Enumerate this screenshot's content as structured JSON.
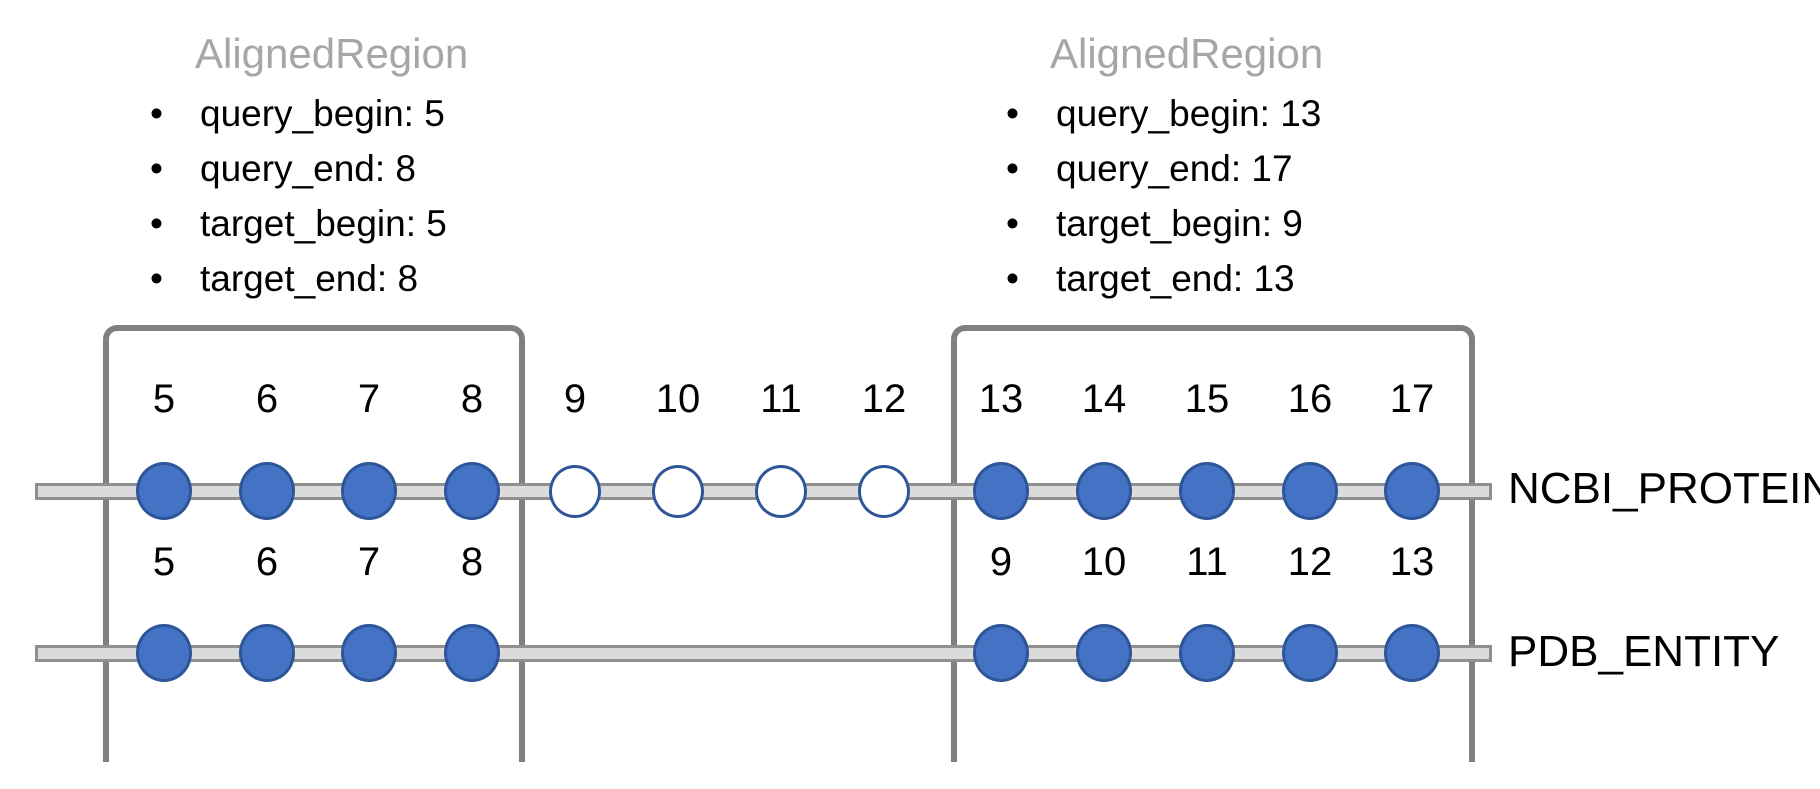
{
  "annotations": [
    {
      "title": "AlignedRegion",
      "bullet": "•",
      "items": [
        "query_begin: 5",
        "query_end: 8",
        "target_begin: 5",
        "target_end: 8"
      ]
    },
    {
      "title": "AlignedRegion",
      "bullet": "•",
      "items": [
        "query_begin: 13",
        "query_end: 17",
        "target_begin: 9",
        "target_end: 13"
      ]
    }
  ],
  "tracks": [
    {
      "label": "NCBI_PROTEIN",
      "residues": [
        {
          "number": "5",
          "column": 0,
          "filled": true
        },
        {
          "number": "6",
          "column": 1,
          "filled": true
        },
        {
          "number": "7",
          "column": 2,
          "filled": true
        },
        {
          "number": "8",
          "column": 3,
          "filled": true
        },
        {
          "number": "9",
          "column": 4,
          "filled": false
        },
        {
          "number": "10",
          "column": 5,
          "filled": false
        },
        {
          "number": "11",
          "column": 6,
          "filled": false
        },
        {
          "number": "12",
          "column": 7,
          "filled": false
        },
        {
          "number": "13",
          "column": 8,
          "filled": true
        },
        {
          "number": "14",
          "column": 9,
          "filled": true
        },
        {
          "number": "15",
          "column": 10,
          "filled": true
        },
        {
          "number": "16",
          "column": 11,
          "filled": true
        },
        {
          "number": "17",
          "column": 12,
          "filled": true
        }
      ]
    },
    {
      "label": "PDB_ENTITY",
      "residues": [
        {
          "number": "5",
          "column": 0,
          "filled": true
        },
        {
          "number": "6",
          "column": 1,
          "filled": true
        },
        {
          "number": "7",
          "column": 2,
          "filled": true
        },
        {
          "number": "8",
          "column": 3,
          "filled": true
        },
        {
          "number": "9",
          "column": 8,
          "filled": true
        },
        {
          "number": "10",
          "column": 9,
          "filled": true
        },
        {
          "number": "11",
          "column": 10,
          "filled": true
        },
        {
          "number": "12",
          "column": 11,
          "filled": true
        },
        {
          "number": "13",
          "column": 12,
          "filled": true
        }
      ]
    }
  ],
  "regions": [
    {
      "from_column": 0,
      "to_column": 3
    },
    {
      "from_column": 8,
      "to_column": 12
    }
  ],
  "colors": {
    "residue_fill": "#4472C4",
    "residue_stroke": "#2E5597",
    "bar_fill": "#DBDBDB",
    "bar_stroke": "#8F8F8F",
    "region_stroke": "#808080",
    "title_gray": "#A6A6A6",
    "text": "#000000"
  }
}
